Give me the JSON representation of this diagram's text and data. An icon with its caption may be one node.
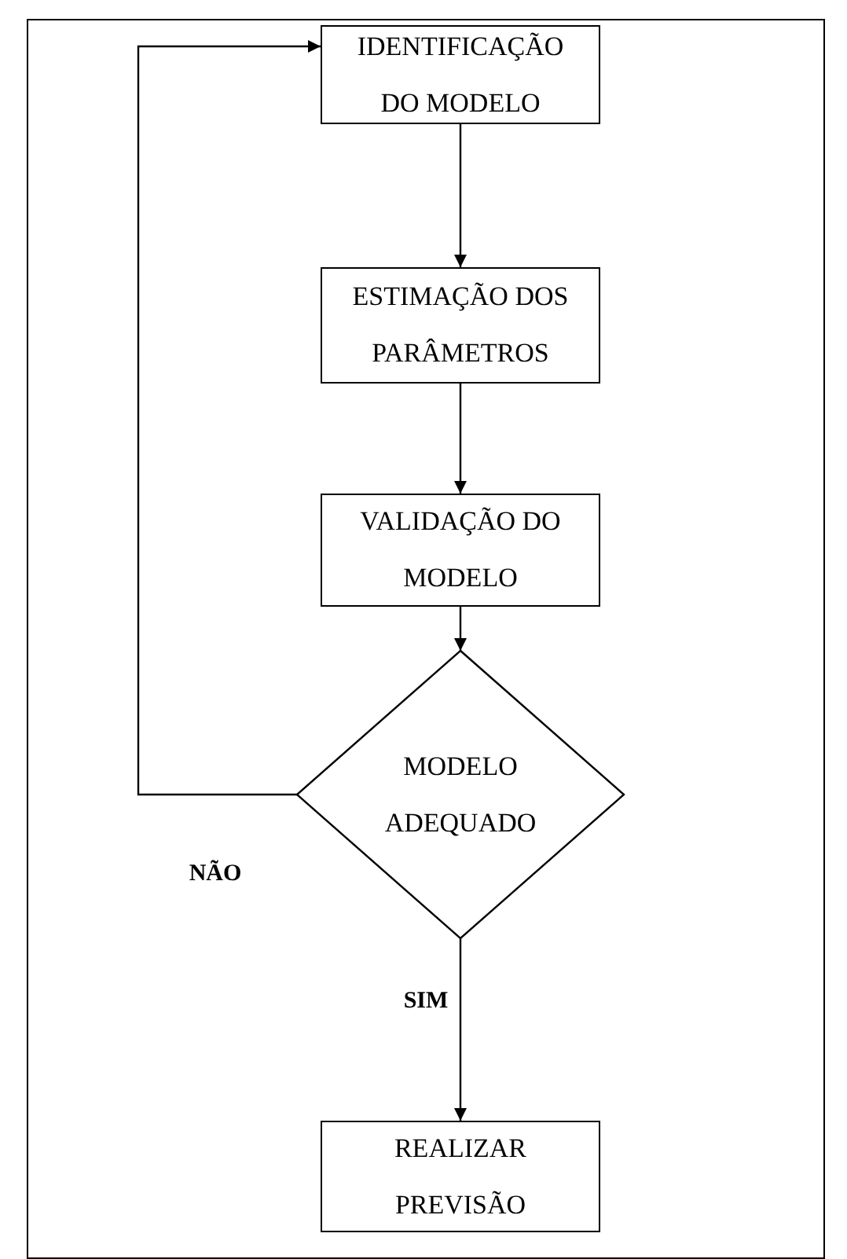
{
  "diagram": {
    "nodes": [
      {
        "text": [
          "IDENTIFICAÇÃO DO MODELO"
        ]
      },
      {
        "text": [
          "ESTIMAÇÃO DOS PARÂMETROS"
        ]
      },
      {
        "text": [
          "VALIDAÇÃO DO MODELO"
        ]
      },
      {
        "text": [
          "MODELO ADEQUADO"
        ]
      },
      {
        "text": [
          "REALIZAR PREVISÃO"
        ]
      }
    ],
    "edges": [
      {
        "from": 0,
        "to": 1,
        "arrow": "to"
      },
      {
        "from": 1,
        "to": 2,
        "arrow": "to"
      },
      {
        "from": 2,
        "to": 3,
        "arrow": "to"
      },
      {
        "from": 3,
        "to": 4,
        "arrow": "to",
        "label": "SIM"
      },
      {
        "from": 3,
        "to": 0,
        "arrow": "to",
        "label": "NÃO"
      }
    ]
  }
}
